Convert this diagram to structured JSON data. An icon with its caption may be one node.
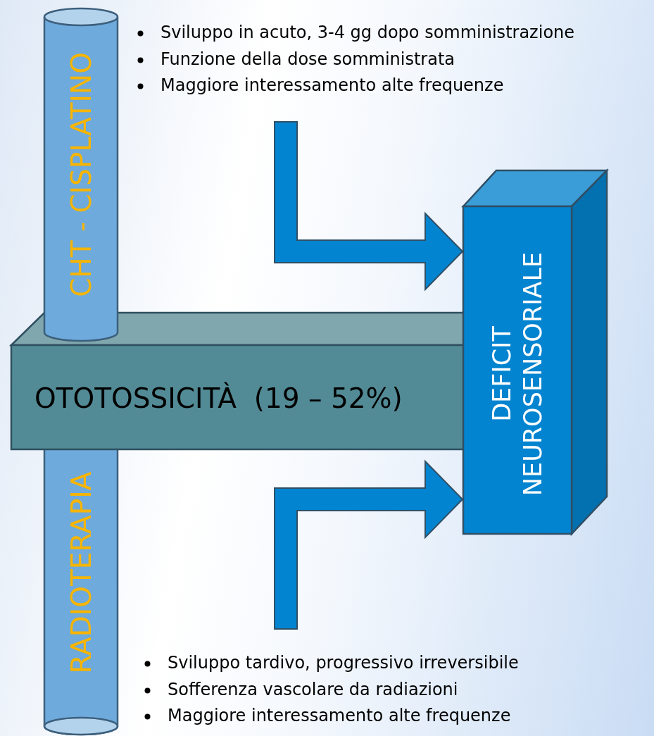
{
  "diagram": {
    "nodes": [
      {
        "text": [
          "CHT - CISPLATINO"
        ],
        "beside": [
          "Sviluppo in acuto, 3-4 gg dopo somministrazione",
          "Funzione della dose somministrata",
          "Maggiore interessamento alte frequenze"
        ]
      },
      {
        "text": [
          "RADIOTERAPIA"
        ],
        "beside": [
          "Sviluppo tardivo, progressivo irreversibile",
          "Sofferenza vascolare da radiazioni",
          "Maggiore interessamento alte frequenze"
        ]
      },
      {
        "text": [
          "OTOTOSSICITÀ  (19 – 52%)"
        ]
      },
      {
        "text": [
          "DEFICIT NEUROSENSORIALE"
        ]
      }
    ],
    "edges": [
      {
        "from": null,
        "to": 3,
        "arrow": "to"
      },
      {
        "from": null,
        "to": 3,
        "arrow": "to"
      }
    ]
  }
}
